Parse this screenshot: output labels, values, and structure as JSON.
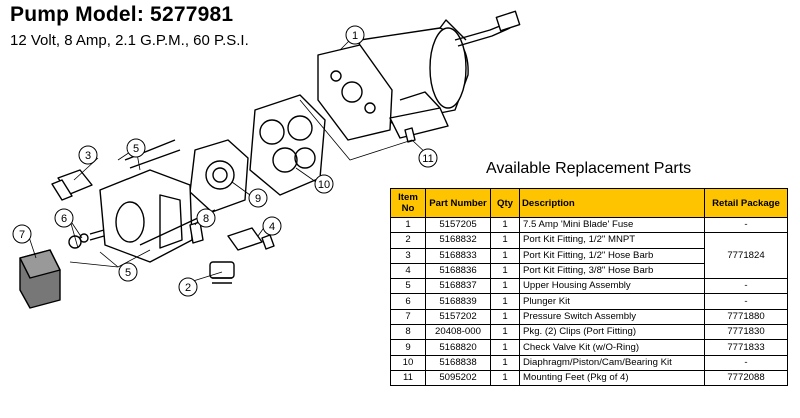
{
  "header": {
    "title": "Pump Model: 5277981",
    "subtitle": "12 Volt, 8 Amp, 2.1 G.P.M., 60 P.S.I."
  },
  "diagram": {
    "callouts": [
      "1",
      "2",
      "3",
      "4",
      "5",
      "5",
      "5",
      "6",
      "7",
      "8",
      "9",
      "10",
      "11"
    ]
  },
  "parts": {
    "heading": "Available Replacement Parts",
    "columns": {
      "item": "Item No",
      "part": "Part Number",
      "qty": "Qty",
      "description": "Description",
      "retail": "Retail Package"
    },
    "rows": [
      {
        "item": "1",
        "part": "5157205",
        "qty": "1",
        "description": "7.5 Amp 'Mini Blade' Fuse",
        "retail": "-"
      },
      {
        "item": "2",
        "part": "5168832",
        "qty": "1",
        "description": "Port Kit Fitting, 1/2\" MNPT",
        "retail": ""
      },
      {
        "item": "3",
        "part": "5168833",
        "qty": "1",
        "description": "Port Kit Fitting, 1/2\" Hose Barb",
        "retail": "7771824"
      },
      {
        "item": "4",
        "part": "5168836",
        "qty": "1",
        "description": "Port Kit Fitting, 3/8\" Hose Barb",
        "retail": ""
      },
      {
        "item": "5",
        "part": "5168837",
        "qty": "1",
        "description": "Upper Housing Assembly",
        "retail": "-"
      },
      {
        "item": "6",
        "part": "5168839",
        "qty": "1",
        "description": "Plunger Kit",
        "retail": "-"
      },
      {
        "item": "7",
        "part": "5157202",
        "qty": "1",
        "description": "Pressure Switch Assembly",
        "retail": "7771880"
      },
      {
        "item": "8",
        "part": "20408-000",
        "qty": "1",
        "description": "Pkg. (2) Clips (Port Fitting)",
        "retail": "7771830"
      },
      {
        "item": "9",
        "part": "5168820",
        "qty": "1",
        "description": "Check Valve Kit (w/O-Ring)",
        "retail": "7771833"
      },
      {
        "item": "10",
        "part": "5168838",
        "qty": "1",
        "description": "Diaphragm/Piston/Cam/Bearing Kit",
        "retail": "-"
      },
      {
        "item": "11",
        "part": "5095202",
        "qty": "1",
        "description": "Mounting Feet (Pkg of 4)",
        "retail": "7772088"
      }
    ]
  }
}
